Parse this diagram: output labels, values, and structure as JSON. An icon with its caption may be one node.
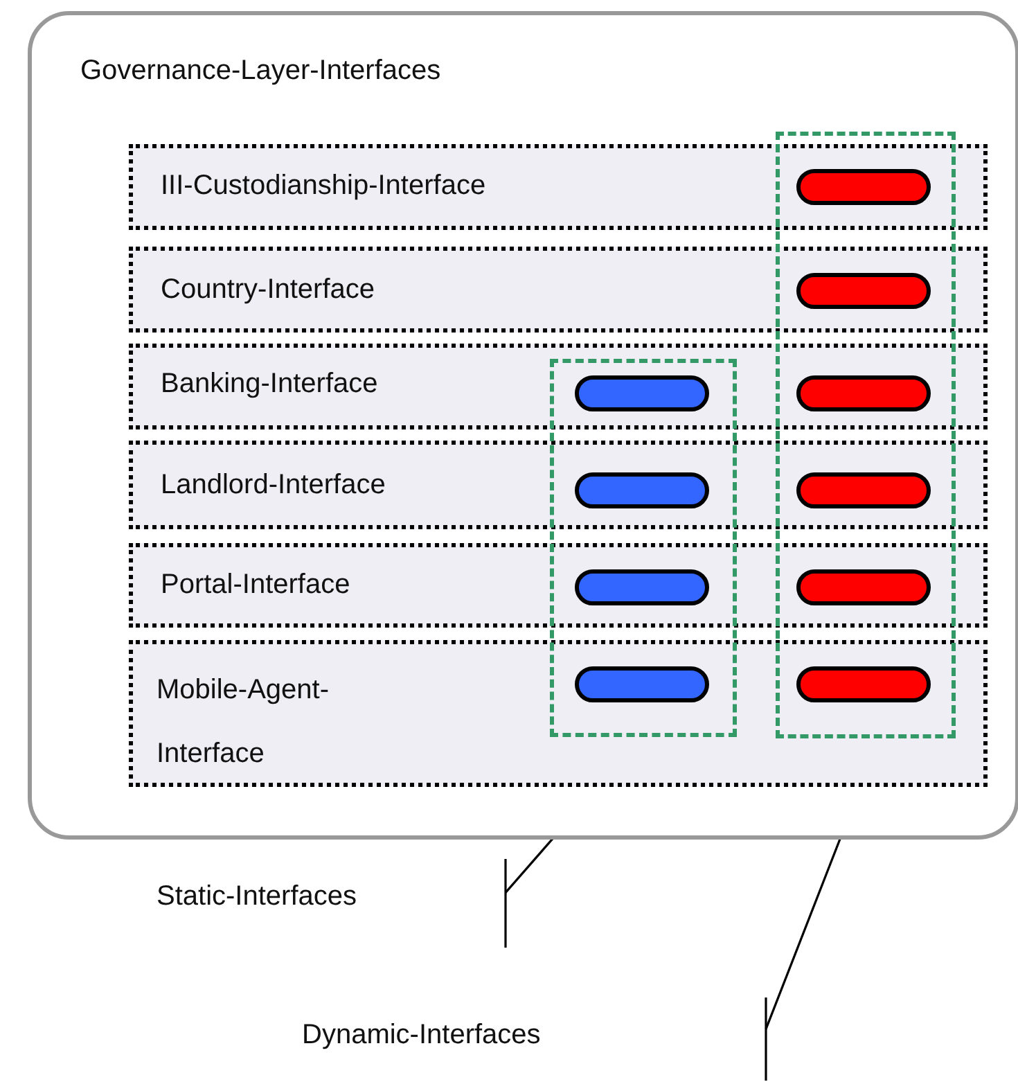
{
  "diagram": {
    "nodes": [
      {
        "text": [
          "Governance-Layer-Interfaces"
        ]
      },
      {
        "text": [
          "III-Custodianship-Interface"
        ],
        "in": 0
      },
      {
        "text": [
          "Country-Interface"
        ],
        "in": 0
      },
      {
        "text": [
          "Banking-Interface"
        ],
        "in": 0
      },
      {
        "text": [
          "Landlord-Interface"
        ],
        "in": 0
      },
      {
        "text": [
          "Portal-Interface"
        ],
        "in": 0
      },
      {
        "text": [
          "Mobile-Agent- Interface"
        ],
        "in": 0
      },
      {
        "text": [],
        "shape": "box",
        "in": 0
      },
      {
        "text": [],
        "shape": "box",
        "in": 0
      },
      {
        "text": [],
        "shape": "pill"
      },
      {
        "text": [],
        "shape": "pill"
      },
      {
        "text": [],
        "shape": "pill"
      },
      {
        "text": [],
        "shape": "pill"
      },
      {
        "text": [],
        "shape": "pill"
      },
      {
        "text": [],
        "shape": "pill"
      },
      {
        "text": [],
        "shape": "pill"
      },
      {
        "text": [],
        "shape": "pill"
      },
      {
        "text": [],
        "shape": "pill"
      },
      {
        "text": [],
        "shape": "pill"
      },
      {
        "text": [
          "Static-Interfaces"
        ]
      },
      {
        "text": [
          "Dynamic-Interfaces"
        ]
      }
    ],
    "edges": [
      {
        "from": 19,
        "to": 7,
        "arrow": "none"
      },
      {
        "from": 20,
        "to": 8,
        "arrow": "none"
      }
    ]
  }
}
